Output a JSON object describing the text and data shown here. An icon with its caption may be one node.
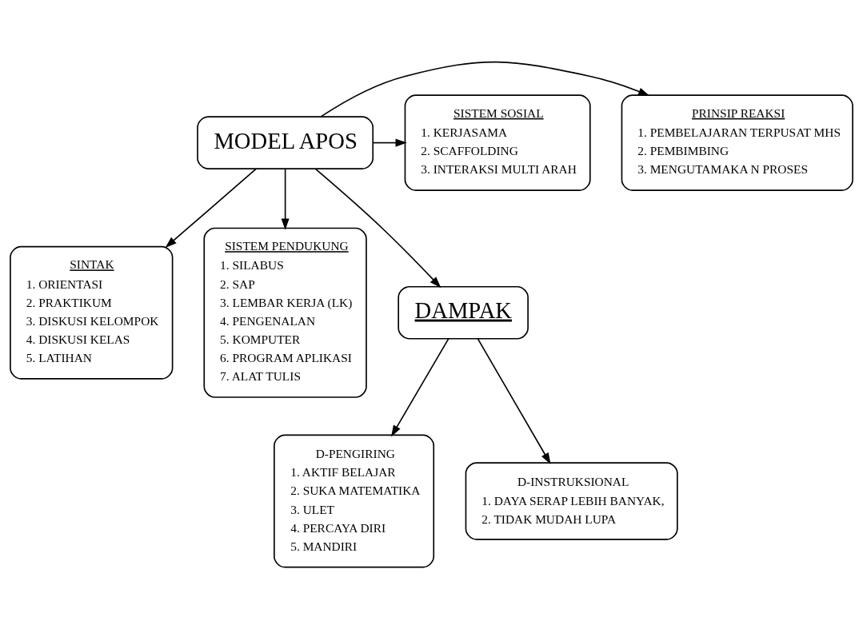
{
  "diagram": {
    "nodes": [
      {
        "text": [
          "SINTAK",
          "1. ORIENTASI",
          "2. PRAKTIKUM",
          "3. DISKUSI KELOMPOK",
          "4. DISKUSI KELAS",
          "5. LATIHAN"
        ]
      },
      {
        "text": [
          "PRINSIP REAKSI",
          "1. PEMBELAJARAN TERPUSAT MHS",
          "2. PEMBIMBING",
          "3. MENGUTAMAKA N PROSES"
        ]
      },
      {
        "text": [
          "MODEL APOS"
        ]
      },
      {
        "text": [
          "SISTEM SOSIAL",
          "1. KERJASAMA",
          "2. SCAFFOLDING",
          "3. INTERAKSI MULTI ARAH"
        ]
      },
      {
        "text": [
          "SISTEM PENDUKUNG",
          "1. SILABUS",
          "2. SAP",
          "3. LEMBAR KERJA (LK)",
          "4. PENGENALAN",
          "5. KOMPUTER",
          "6. PROGRAM APLIKASI",
          "7. ALAT TULIS"
        ]
      },
      {
        "text": [
          "DAMPAK"
        ]
      },
      {
        "text": [
          "D-PENGIRING",
          "1. AKTIF BELAJAR",
          "2. SUKA MATEMATIKA",
          "3. ULET",
          "4. PERCAYA DIRI",
          "5. MANDIRI"
        ]
      },
      {
        "text": [
          "D-INSTRUKSIONAL",
          "1. DAYA SERAP LEBIH BANYAK,",
          "2. TIDAK MUDAH LUPA"
        ]
      }
    ],
    "edges": [
      {
        "from": 2,
        "to": 0,
        "arrow": "to"
      },
      {
        "from": 2,
        "to": 1,
        "arrow": "to"
      },
      {
        "from": 2,
        "to": 3,
        "arrow": "to"
      },
      {
        "from": 2,
        "to": 4,
        "arrow": "to"
      },
      {
        "from": 2,
        "to": 5,
        "arrow": "to"
      },
      {
        "from": 5,
        "to": 7,
        "arrow": "to"
      },
      {
        "from": 5,
        "to": 6,
        "arrow": "to"
      }
    ]
  }
}
